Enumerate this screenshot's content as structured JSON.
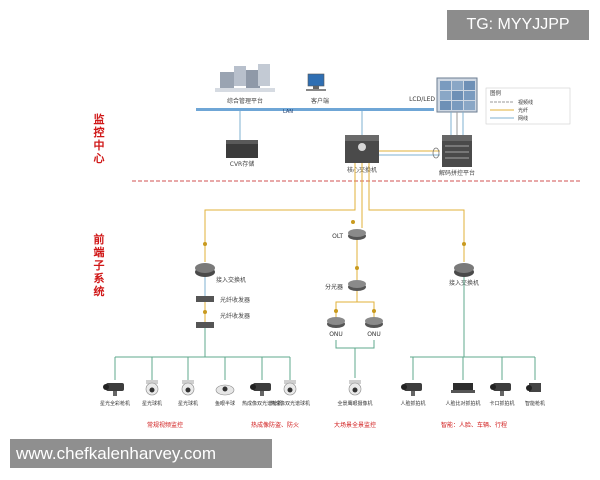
{
  "watermarks": {
    "tg": "TG: MYYJJPP",
    "url": "www.chefkalenharvey.com"
  },
  "sections": {
    "center": "监控中心",
    "front": "前端子系统"
  },
  "center": {
    "platform": "综合管理平台",
    "client": "客户端",
    "lan": "LAN",
    "cvr": "CVR存储",
    "core_switch": "核心交换机",
    "display_label": "LCD/LED",
    "decode_platform": "解码拼控平台"
  },
  "legend": {
    "title": "图例",
    "items": [
      {
        "label": "视频线",
        "color": "#9a9a9a"
      },
      {
        "label": "光纤",
        "color": "#e2b23a"
      },
      {
        "label": "网线",
        "color": "#7fb2d0"
      }
    ]
  },
  "front": {
    "olt": "OLT",
    "access_switch_left": "接入交换机",
    "fiber_tx": "光纤收发器",
    "fiber_rx": "光纤收发器",
    "splitter": "分光器",
    "onu_left": "ONU",
    "onu_right": "ONU",
    "access_switch_right": "接入交换机"
  },
  "cameras": [
    "星光全彩枪机",
    "星光球机",
    "星光球机",
    "鱼眼半球",
    "热成像双光谱枪机",
    "热成像双光谱球机",
    "全景鹰眼摄像机",
    "人脸抓拍机",
    "人脸比对抓拍机",
    "卡口抓拍机",
    "智能枪机"
  ],
  "group_labels": {
    "g1": "常规视频监控",
    "g2": "热成像防盗、防火",
    "g3": "大场景全景监控",
    "g4": "智能：人脸、车辆、行程"
  }
}
